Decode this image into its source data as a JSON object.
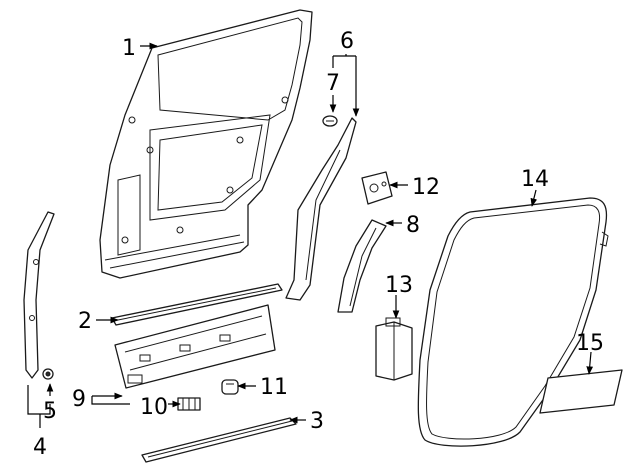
{
  "diagram": {
    "callouts": [
      {
        "id": "1",
        "text": "1"
      },
      {
        "id": "2",
        "text": "2"
      },
      {
        "id": "3",
        "text": "3"
      },
      {
        "id": "4",
        "text": "4"
      },
      {
        "id": "5",
        "text": "5"
      },
      {
        "id": "6",
        "text": "6"
      },
      {
        "id": "7",
        "text": "7"
      },
      {
        "id": "8",
        "text": "8"
      },
      {
        "id": "9",
        "text": "9"
      },
      {
        "id": "10",
        "text": "10"
      },
      {
        "id": "11",
        "text": "11"
      },
      {
        "id": "12",
        "text": "12"
      },
      {
        "id": "13",
        "text": "13"
      },
      {
        "id": "14",
        "text": "14"
      },
      {
        "id": "15",
        "text": "15"
      }
    ],
    "colors": {
      "line": "#1a1a1a",
      "background": "#ffffff"
    }
  }
}
